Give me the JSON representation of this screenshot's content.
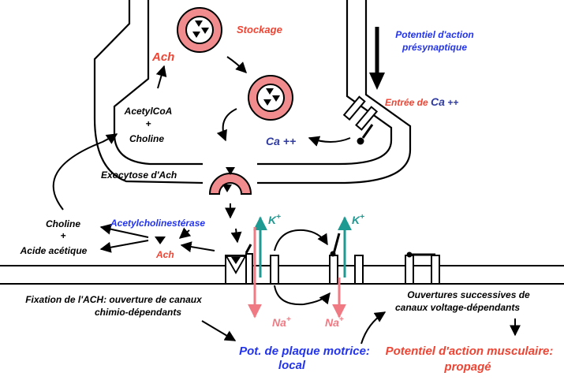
{
  "labels": {
    "stockage": "Stockage",
    "ach_top": "Ach",
    "acetylcoa": "AcetylCoA",
    "plus1": "+",
    "choline1": "Choline",
    "potentiel_presyn_1": "Potentiel d'action",
    "potentiel_presyn_2": "présynaptique",
    "entree_de": "Entrée de ",
    "entree_ca": "Ca",
    "entree_pp": " ++",
    "ca_pp": "Ca ++",
    "exocytose": "Exocytose d'Ach",
    "acetylcholinesterase": "Acetylcholinestérase",
    "k_left": "K",
    "k_right": "K",
    "k_sup": "+",
    "choline2": "Choline",
    "plus2": "+",
    "acide": "Acide acétique",
    "ach_mid": "Ach",
    "fixation_1": "Fixation de l'ACH: ouverture de canaux",
    "fixation_2": "chimio-dépendants",
    "ouvertures_1": "Ouvertures successives de",
    "ouvertures_2": "canaux voltage-dépendants",
    "na_left": "Na",
    "na_right": "Na",
    "na_sup": "+",
    "pot_plaque_1": "Pot. de plaque motrice:",
    "pot_plaque_2": "local",
    "potentiel_musc_1": "Potentiel d'action musculaire:",
    "potentiel_musc_2": "propagé"
  },
  "colors": {
    "red": "#ee4433",
    "blue": "#2233ee",
    "navy": "#2e3aa0",
    "teal": "#1f9a93",
    "pink": "#f07a83",
    "vesicle_fill": "#f18c8e"
  }
}
